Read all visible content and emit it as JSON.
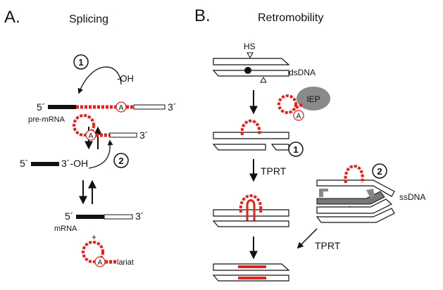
{
  "panels": {
    "a": {
      "letter": "A.",
      "title": "Splicing"
    },
    "b": {
      "letter": "B.",
      "title": "Retromobility"
    }
  },
  "splicing": {
    "five_prime": "5´",
    "three_prime": "3´",
    "pre_mrna": "pre-mRNA",
    "oh": "-OH",
    "three_prime_oh": "3´-OH",
    "step1": "1",
    "step2": "2",
    "branch": "A",
    "mrna": "mRNA",
    "plus": "+",
    "lariat": "lariat"
  },
  "retro": {
    "hs": "HS",
    "dsdna": "dsDNA",
    "iep": "IEP",
    "branch": "A",
    "step1": "1",
    "step2": "2",
    "tprt": "TPRT",
    "tprt_side": "TPRT",
    "ssdna": "ssDNA"
  },
  "colors": {
    "intron": "#e8201a",
    "exon": "#111111",
    "iep": "#8a8a8a",
    "cdna": "#888888"
  }
}
